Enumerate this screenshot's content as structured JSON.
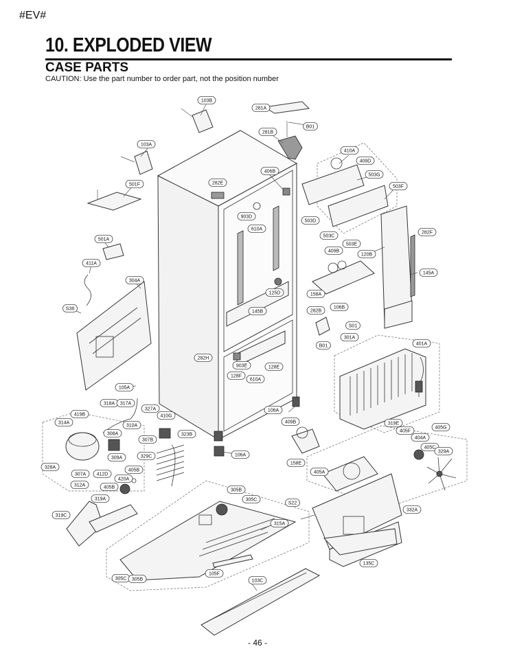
{
  "header": {
    "tag": "#EV#",
    "title": "10. EXPLODED VIEW",
    "subtitle": "CASE PARTS",
    "caution": "CAUTION: Use the part number to order part, not the position number"
  },
  "footer": {
    "page": "- 46 -"
  },
  "labels": [
    "103B",
    "281A",
    "B01",
    "281B",
    "103A",
    "410A",
    "409D",
    "406B",
    "282E",
    "503G",
    "501F",
    "503F",
    "903D",
    "610A",
    "503D",
    "282F",
    "503C",
    "501A",
    "503E",
    "409B",
    "120B",
    "411A",
    "145A",
    "304A",
    "125D",
    "158A",
    "282B",
    "106B",
    "S38",
    "145B",
    "S01",
    "301A",
    "B01",
    "401A",
    "282H",
    "903E",
    "128E",
    "128F",
    "610A",
    "105A",
    "318A",
    "317A",
    "106A",
    "327A",
    "419B",
    "410G",
    "409B",
    "314A",
    "310A",
    "307B",
    "323B",
    "308A",
    "319E",
    "405G",
    "405F",
    "404A",
    "405C",
    "329A",
    "329C",
    "309A",
    "106A",
    "158E",
    "328A",
    "405B",
    "307A",
    "412D",
    "420A",
    "405A",
    "312A",
    "405B",
    "319A",
    "305B",
    "305C",
    "S22",
    "332A",
    "319C",
    "315A",
    "135C",
    "105F",
    "103C",
    "305C",
    "305B"
  ]
}
